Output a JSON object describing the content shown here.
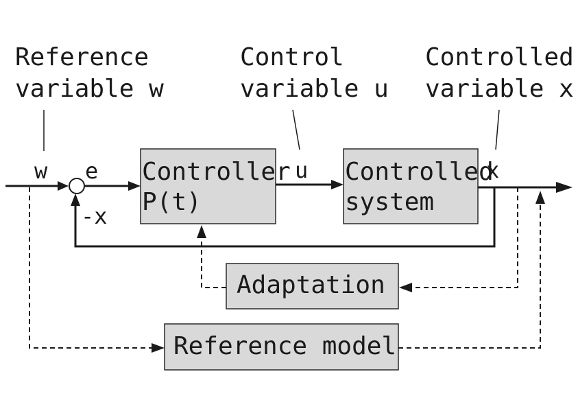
{
  "labels": {
    "reference_line1": "Reference",
    "reference_line2": "variable w",
    "control_line1": "Control",
    "control_line2": "variable u",
    "controlled_line1": "Controlled",
    "controlled_line2": "variable x"
  },
  "signals": {
    "w": "w",
    "e": "e",
    "minus_x": "-x",
    "u": "u",
    "x": "x"
  },
  "blocks": {
    "controller_line1": "Controller",
    "controller_line2": "P(t)",
    "system_line1": "Controlled",
    "system_line2": "system",
    "adaptation": "Adaptation",
    "reference_model": "Reference model"
  },
  "colors": {
    "block_fill": "#d9d9d9",
    "line": "#1a1a1a"
  }
}
